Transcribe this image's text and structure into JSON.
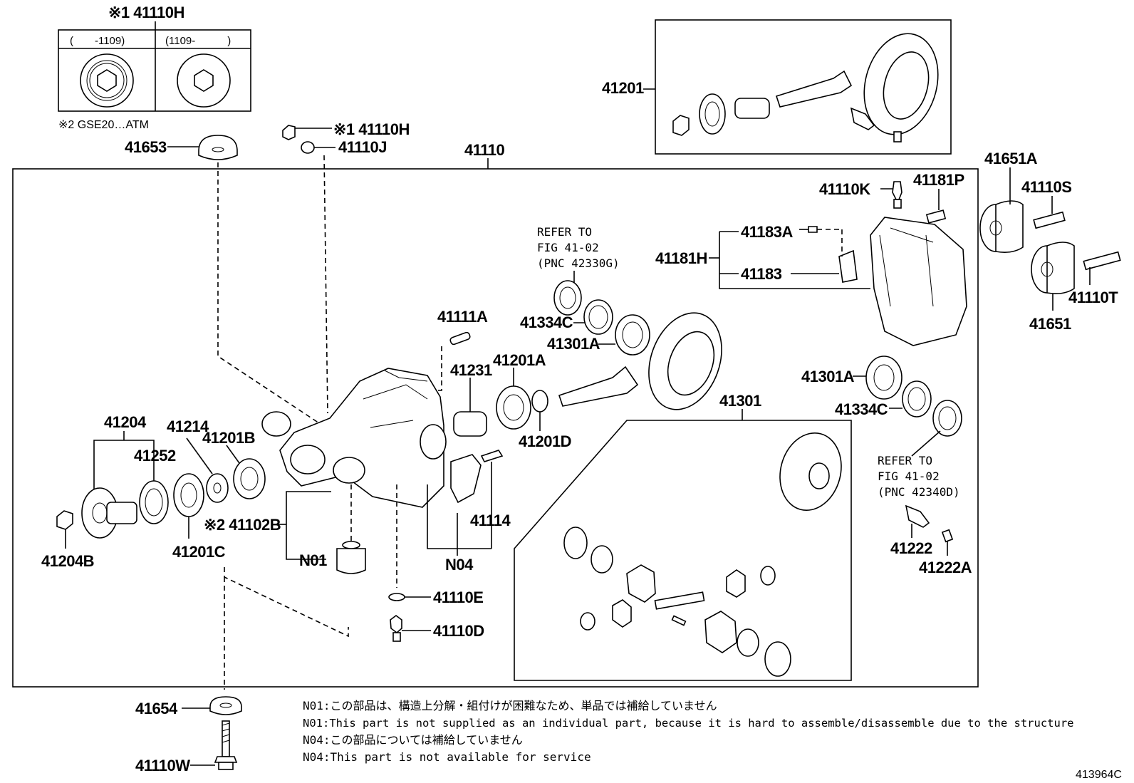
{
  "variant_box": {
    "title": "※1 41110H",
    "col_left": "(　　-1109)",
    "col_right": "(1109-　　　)"
  },
  "variant_note": "※2 GSE20…ATM",
  "labels": {
    "p41653": "41653",
    "p41110H_top": "※1 41110H",
    "p41110J": "41110J",
    "p41110": "41110",
    "p41201": "41201",
    "p41651A": "41651A",
    "p41110S": "41110S",
    "p41110K": "41110K",
    "p41181P": "41181P",
    "p41183A": "41183A",
    "p41181H": "41181H",
    "p41183": "41183",
    "p41110T": "41110T",
    "p41651": "41651",
    "p41111A": "41111A",
    "p41334C_top": "41334C",
    "p41301A_top": "41301A",
    "p41231": "41231",
    "p41201A": "41201A",
    "p41201D": "41201D",
    "p41204": "41204",
    "p41214": "41214",
    "p41201B": "41201B",
    "p41252": "41252",
    "p41204B": "41204B",
    "p41201C": "41201C",
    "p41102B": "※2 41102B",
    "pN01": "N01",
    "pN04": "N04",
    "p41114": "41114",
    "p41110E": "41110E",
    "p41110D": "41110D",
    "p41301": "41301",
    "p41301A_right": "41301A",
    "p41334C_right": "41334C",
    "p41222": "41222",
    "p41222A": "41222A",
    "p41654": "41654",
    "p41110W": "41110W"
  },
  "refer_top": [
    "REFER TO",
    "FIG 41-02",
    "(PNC 42330G)"
  ],
  "refer_right": [
    "REFER TO",
    "FIG 41-02",
    "(PNC 42340D)"
  ],
  "notes": [
    "N01:この部品は、構造上分解・組付けが困難なため、単品では補給していません",
    "N01:This part is not supplied as an individual part, because it is hard to assemble/disassemble due to the structure",
    "N04:この部品については補給していません",
    "N04:This part is not available for service"
  ],
  "figure_id": "413964C"
}
